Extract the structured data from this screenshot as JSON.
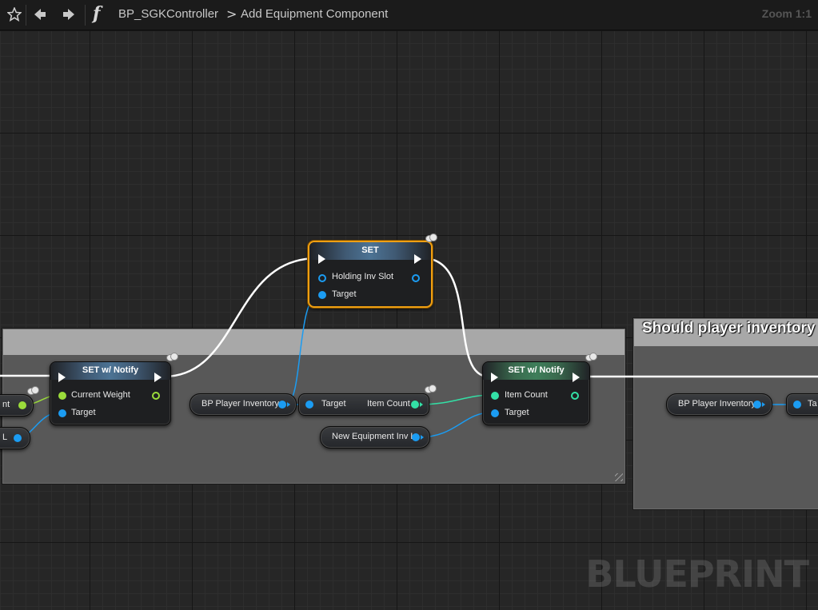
{
  "toolbar": {
    "favorite_icon": "star-icon",
    "back_icon": "back-arrow-icon",
    "forward_icon": "forward-arrow-icon",
    "function_icon": "f",
    "breadcrumb_blueprint": "BP_SGKController",
    "breadcrumb_separator": ">",
    "breadcrumb_function": "Add Equipment Component",
    "zoom": "Zoom 1:1"
  },
  "colors": {
    "exec": "#ffffff",
    "object_pin": "#1b9cf2",
    "float_pin": "#9bdc3b",
    "int_pin": "#33e0a6",
    "selection": "#ef9f12"
  },
  "comments": [
    {
      "title": ""
    },
    {
      "title": "Should player inventory"
    }
  ],
  "nodes": {
    "set_main": {
      "title": "SET",
      "pins": [
        "Holding Inv Slot",
        "Target"
      ]
    },
    "set_notify_weight": {
      "title": "SET w/ Notify",
      "pins": [
        "Current Weight",
        "Target"
      ]
    },
    "set_notify_count": {
      "title": "SET w/ Notify",
      "pins": [
        "Item Count",
        "Target"
      ]
    },
    "get_item_count": {
      "pins": [
        "Target",
        "Item Count"
      ]
    }
  },
  "variables": {
    "bp_player_inventory_1": "BP Player Inventory",
    "bp_player_inventory_2": "BP Player Inventory",
    "new_equipment_inv": "New Equipment Inv L",
    "partial_left_1": "nt",
    "partial_left_2": "L",
    "partial_right": "Ta"
  },
  "watermark": "BLUEPRINT"
}
